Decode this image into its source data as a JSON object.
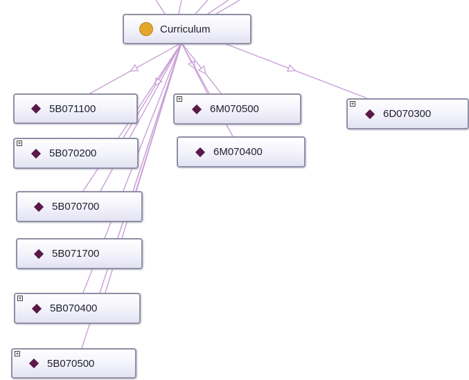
{
  "root": {
    "label": "Curriculum",
    "icon": "class-circle-icon"
  },
  "nodes": [
    {
      "id": "5b071100",
      "label": "5B071100",
      "icon": "individual-diamond-icon",
      "expandable": false
    },
    {
      "id": "5b070200",
      "label": "5B070200",
      "icon": "individual-diamond-icon",
      "expandable": true
    },
    {
      "id": "5b070700",
      "label": "5B070700",
      "icon": "individual-diamond-icon",
      "expandable": false
    },
    {
      "id": "5b071700",
      "label": "5B071700",
      "icon": "individual-diamond-icon",
      "expandable": false
    },
    {
      "id": "5b070400",
      "label": "5B070400",
      "icon": "individual-diamond-icon",
      "expandable": true
    },
    {
      "id": "5b070500",
      "label": "5B070500",
      "icon": "individual-diamond-icon",
      "expandable": true
    },
    {
      "id": "6m070500",
      "label": "6M070500",
      "icon": "individual-diamond-icon",
      "expandable": true
    },
    {
      "id": "6m070400",
      "label": "6M070400",
      "icon": "individual-diamond-icon",
      "expandable": false
    },
    {
      "id": "6d070300",
      "label": "6D070300",
      "icon": "individual-diamond-icon",
      "expandable": true
    }
  ],
  "expand_marker": "+",
  "colors": {
    "edge": "#c9a0d6",
    "arrowhead": "#c9a0d6",
    "node_border": "#8e8ea6",
    "class_icon": "#e3a72c",
    "individual_icon": "#5a1848"
  }
}
